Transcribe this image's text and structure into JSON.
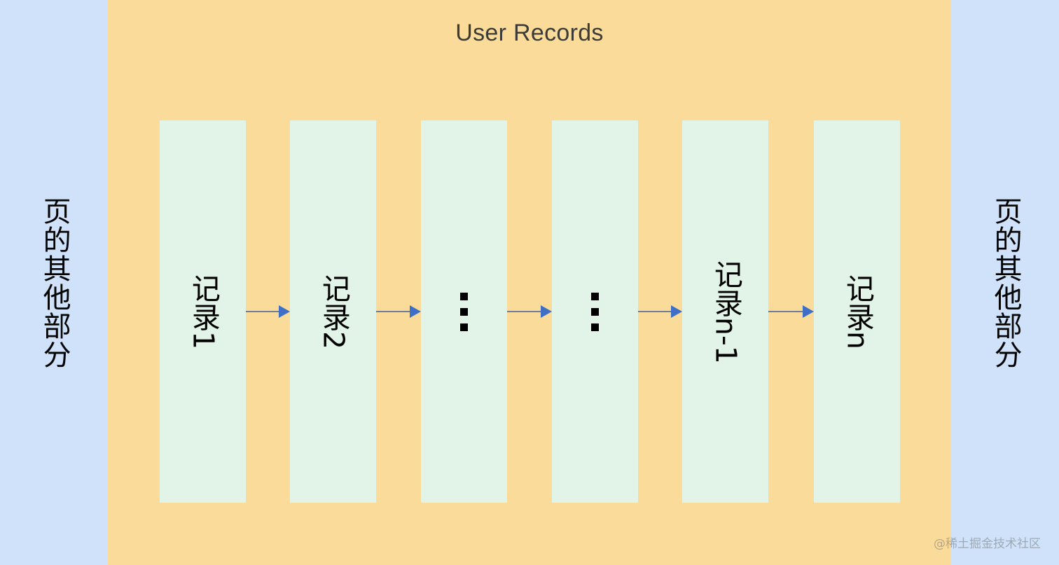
{
  "colors": {
    "page_background": "#cfe2f9",
    "panel_background": "#fbdb9a",
    "record_background": "#e2f3e7",
    "arrow_line": "#6f7f9a",
    "arrow_head": "#3c6fc5",
    "title_text": "#3b3b38",
    "label_text": "#000000",
    "watermark_text": "#5a5a5a"
  },
  "surroundings": {
    "left_label": "页的其他部分",
    "right_label": "页的其他部分"
  },
  "panel": {
    "title": "User Records",
    "records": [
      {
        "type": "label",
        "label": "记录1"
      },
      {
        "type": "label",
        "label": "记录2"
      },
      {
        "type": "ellipsis",
        "label": "⋮"
      },
      {
        "type": "ellipsis",
        "label": "⋮"
      },
      {
        "type": "label",
        "label": "记录n-1"
      },
      {
        "type": "label",
        "label": "记录n"
      }
    ],
    "arrow_count": 5
  },
  "watermark": {
    "text": "@稀土掘金技术社区"
  }
}
